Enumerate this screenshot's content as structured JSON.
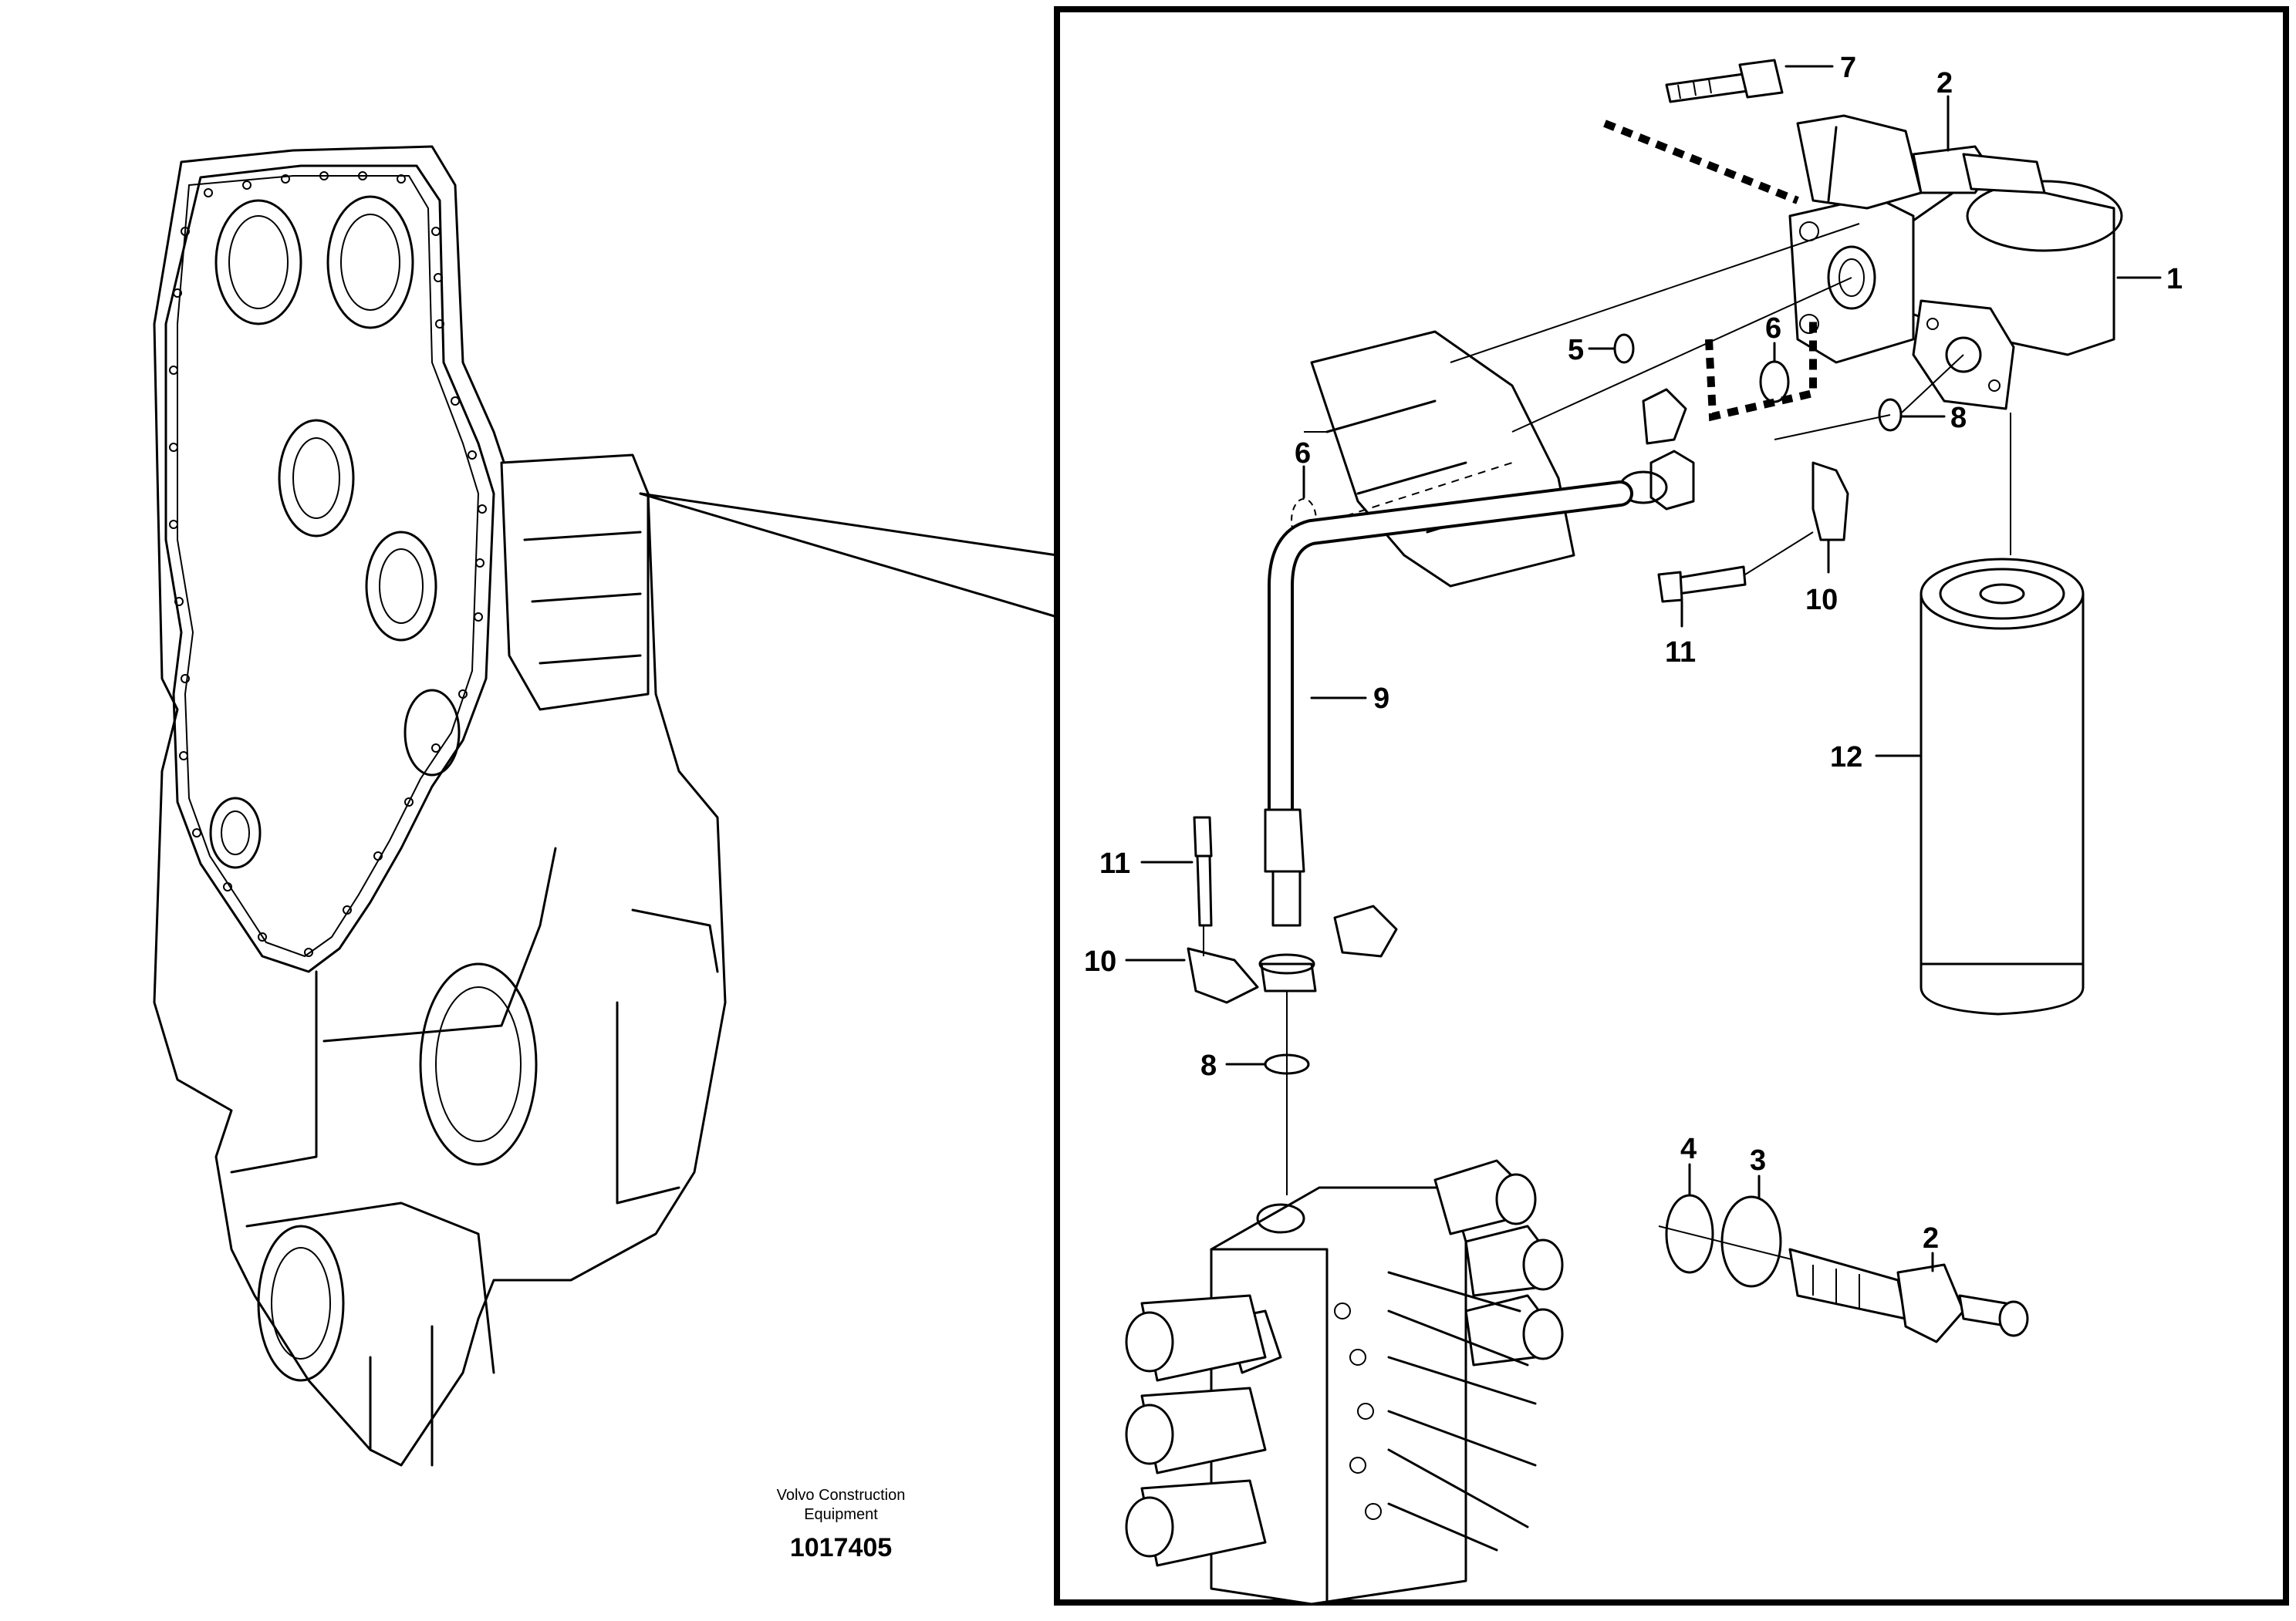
{
  "publisher": {
    "line1": "Volvo Construction",
    "line2": "Equipment"
  },
  "document_number": "1017405",
  "callouts": [
    {
      "id": "c7",
      "text": "7"
    },
    {
      "id": "c2a",
      "text": "2"
    },
    {
      "id": "c1",
      "text": "1"
    },
    {
      "id": "c5",
      "text": "5"
    },
    {
      "id": "c6a",
      "text": "6"
    },
    {
      "id": "c6b",
      "text": "6"
    },
    {
      "id": "c8a",
      "text": "8"
    },
    {
      "id": "c10a",
      "text": "10"
    },
    {
      "id": "c11a",
      "text": "11"
    },
    {
      "id": "c9",
      "text": "9"
    },
    {
      "id": "c12",
      "text": "12"
    },
    {
      "id": "c11b",
      "text": "11"
    },
    {
      "id": "c10b",
      "text": "10"
    },
    {
      "id": "c8b",
      "text": "8"
    },
    {
      "id": "c4",
      "text": "4"
    },
    {
      "id": "c3",
      "text": "3"
    },
    {
      "id": "c2b",
      "text": "2"
    }
  ]
}
